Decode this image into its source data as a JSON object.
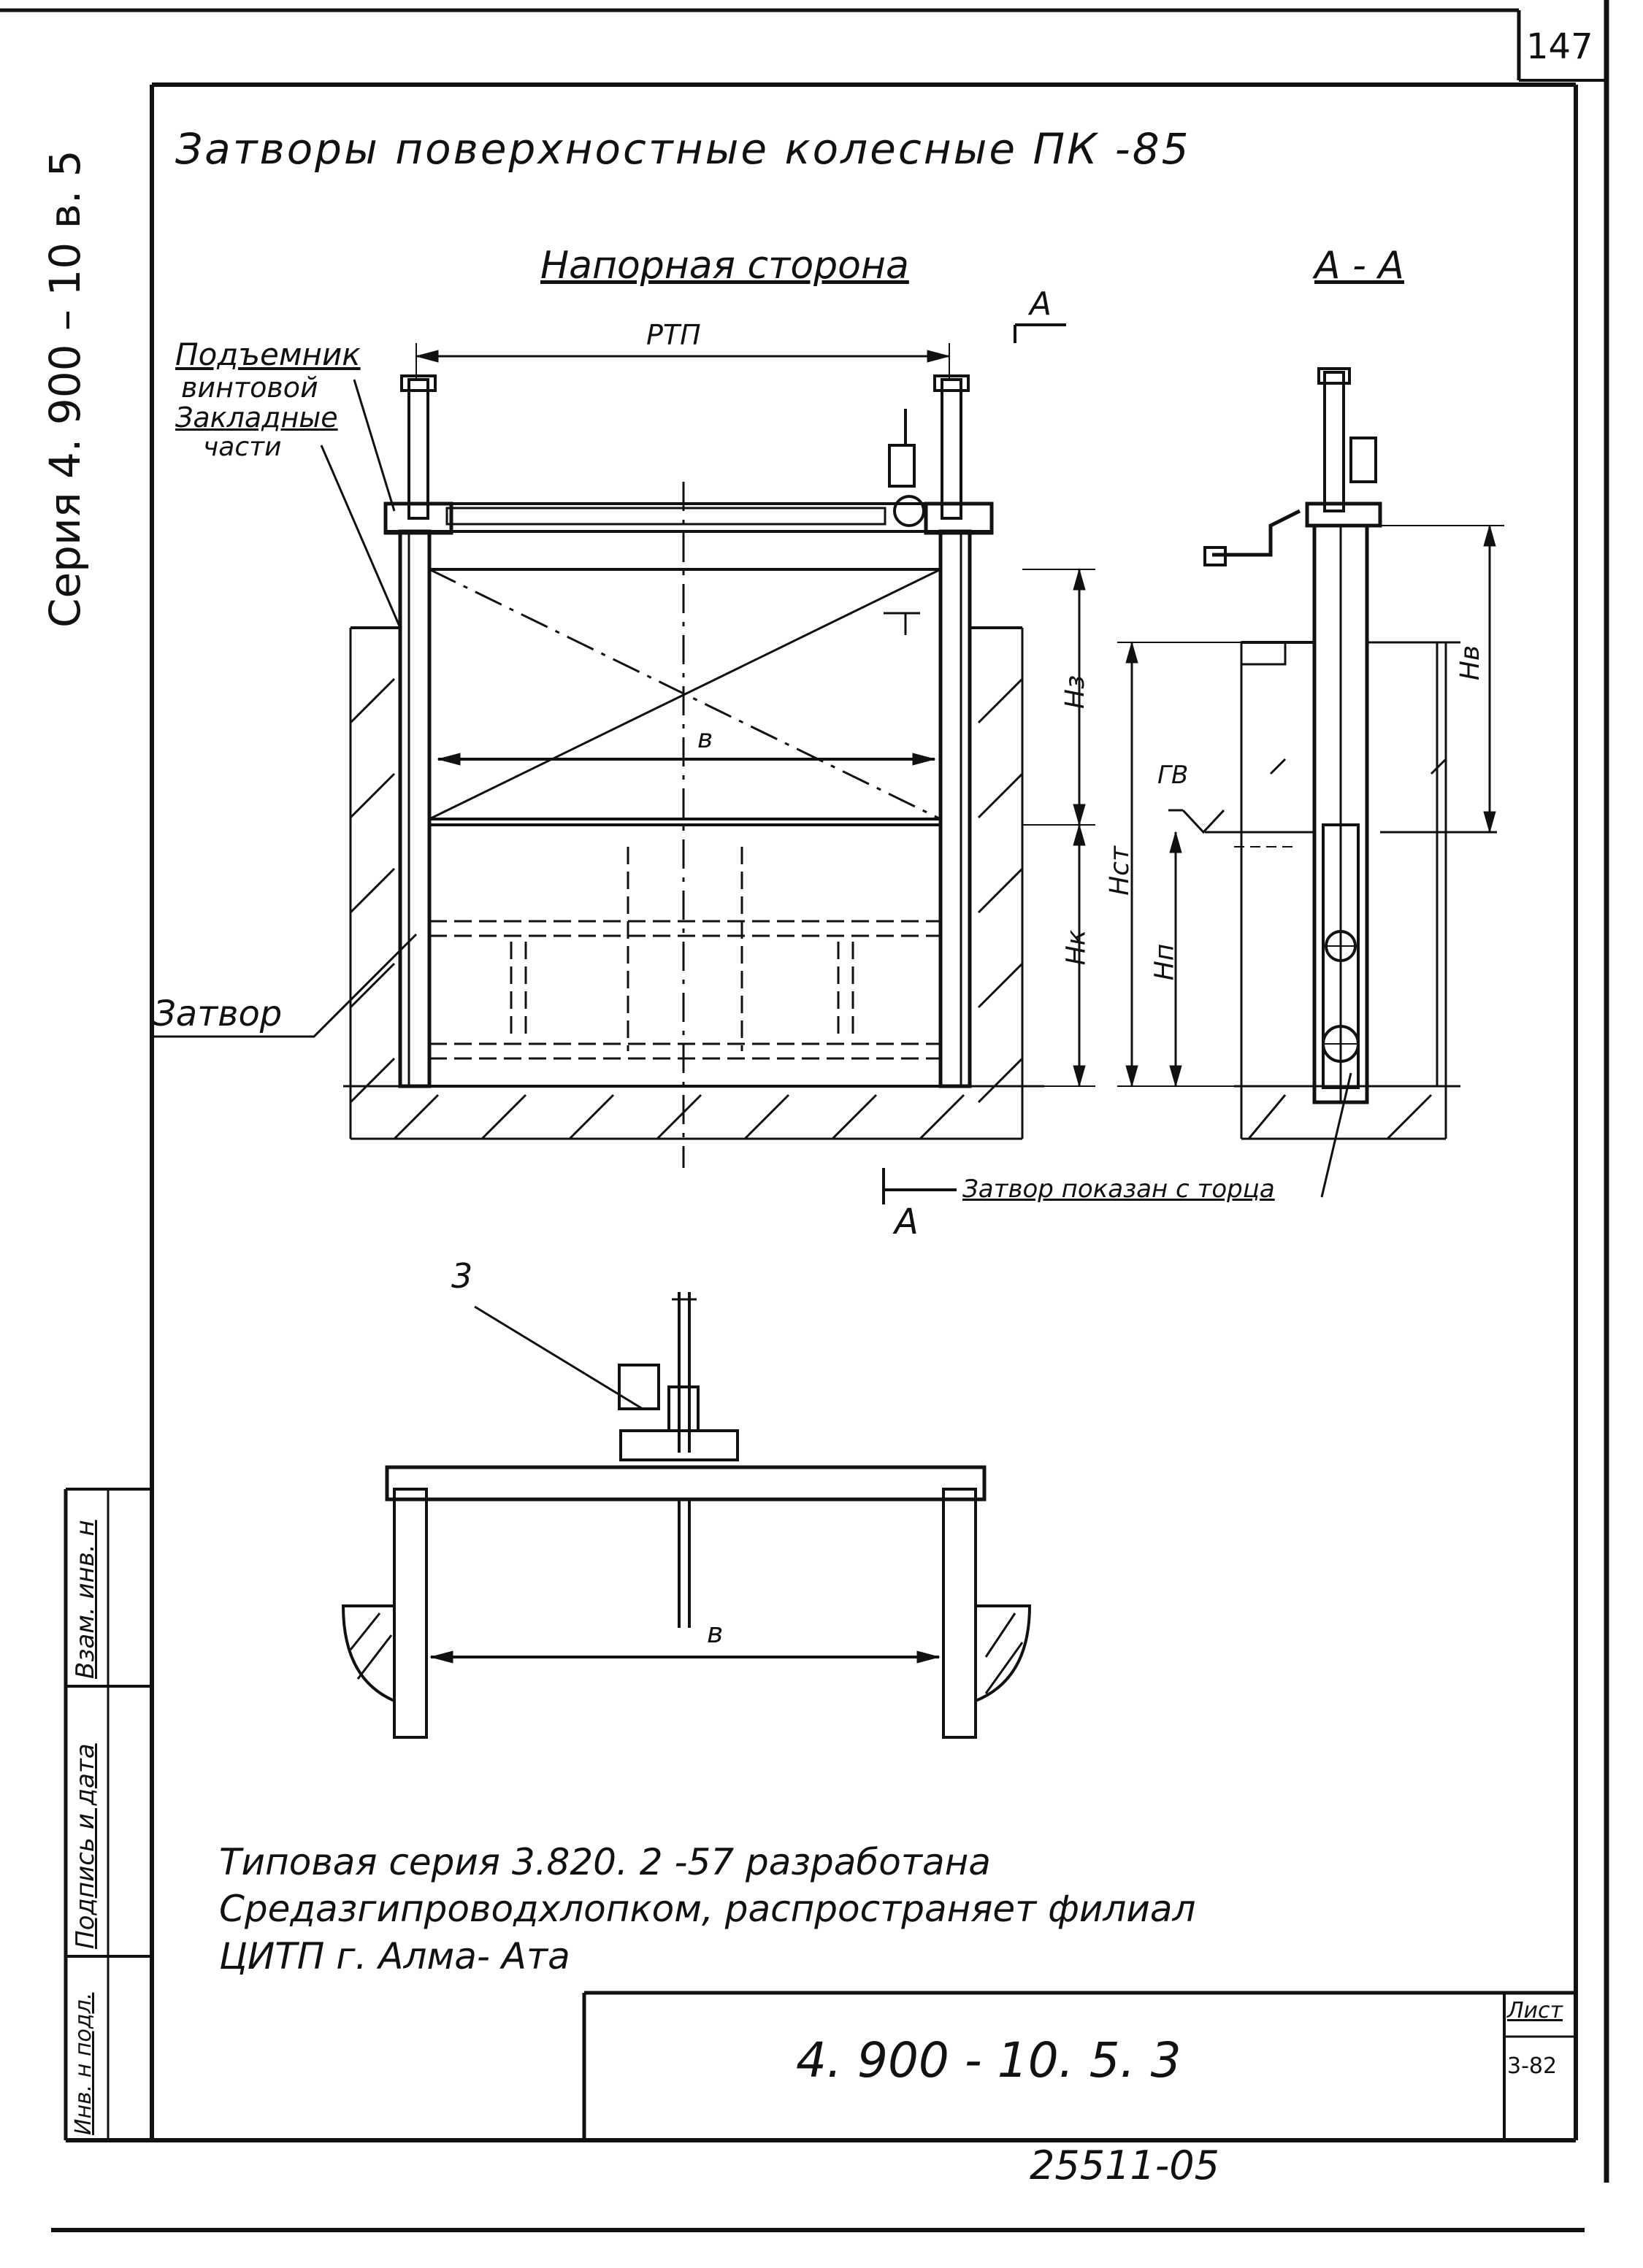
{
  "sheet": {
    "page_number": "147",
    "series_vertical": "Серия  4. 900 – 10  в. 5",
    "title": "Затворы   поверхностные   колесные       ПК -85",
    "view_pressure_side": "Напорная сторона",
    "view_section": "А - А",
    "section_mark": "А"
  },
  "labels": {
    "rtp": "РТП",
    "lifter": "Подъемник",
    "lifter2": "винтовой",
    "embedded": "Закладные",
    "embedded2": "части",
    "gate": "Затвор",
    "b": "в",
    "hz": "Нз",
    "hst": "Нст",
    "hk": "Нк",
    "hn": "Нп",
    "hv": "Нв",
    "gv": "ГВ",
    "gate_shown_end": "Затвор показан с торца",
    "item3": "3",
    "b_plan": "в"
  },
  "note": {
    "line1": "Типовая  серия  3.820. 2 -57  разработана",
    "line2": "Средазгипроводхлопком,  распространяет  филиал",
    "line3": "ЦИТП  г.  Алма- Ата"
  },
  "stamp": {
    "code": "4. 900 - 10. 5. 3",
    "sheet_label": "Лист",
    "sheet_no": "3-82",
    "handwritten": "25511-05"
  },
  "side_strip": {
    "cell1": "Взам. инв. н",
    "cell2": "Подпись и дата",
    "cell3": "Инв. н подл."
  }
}
